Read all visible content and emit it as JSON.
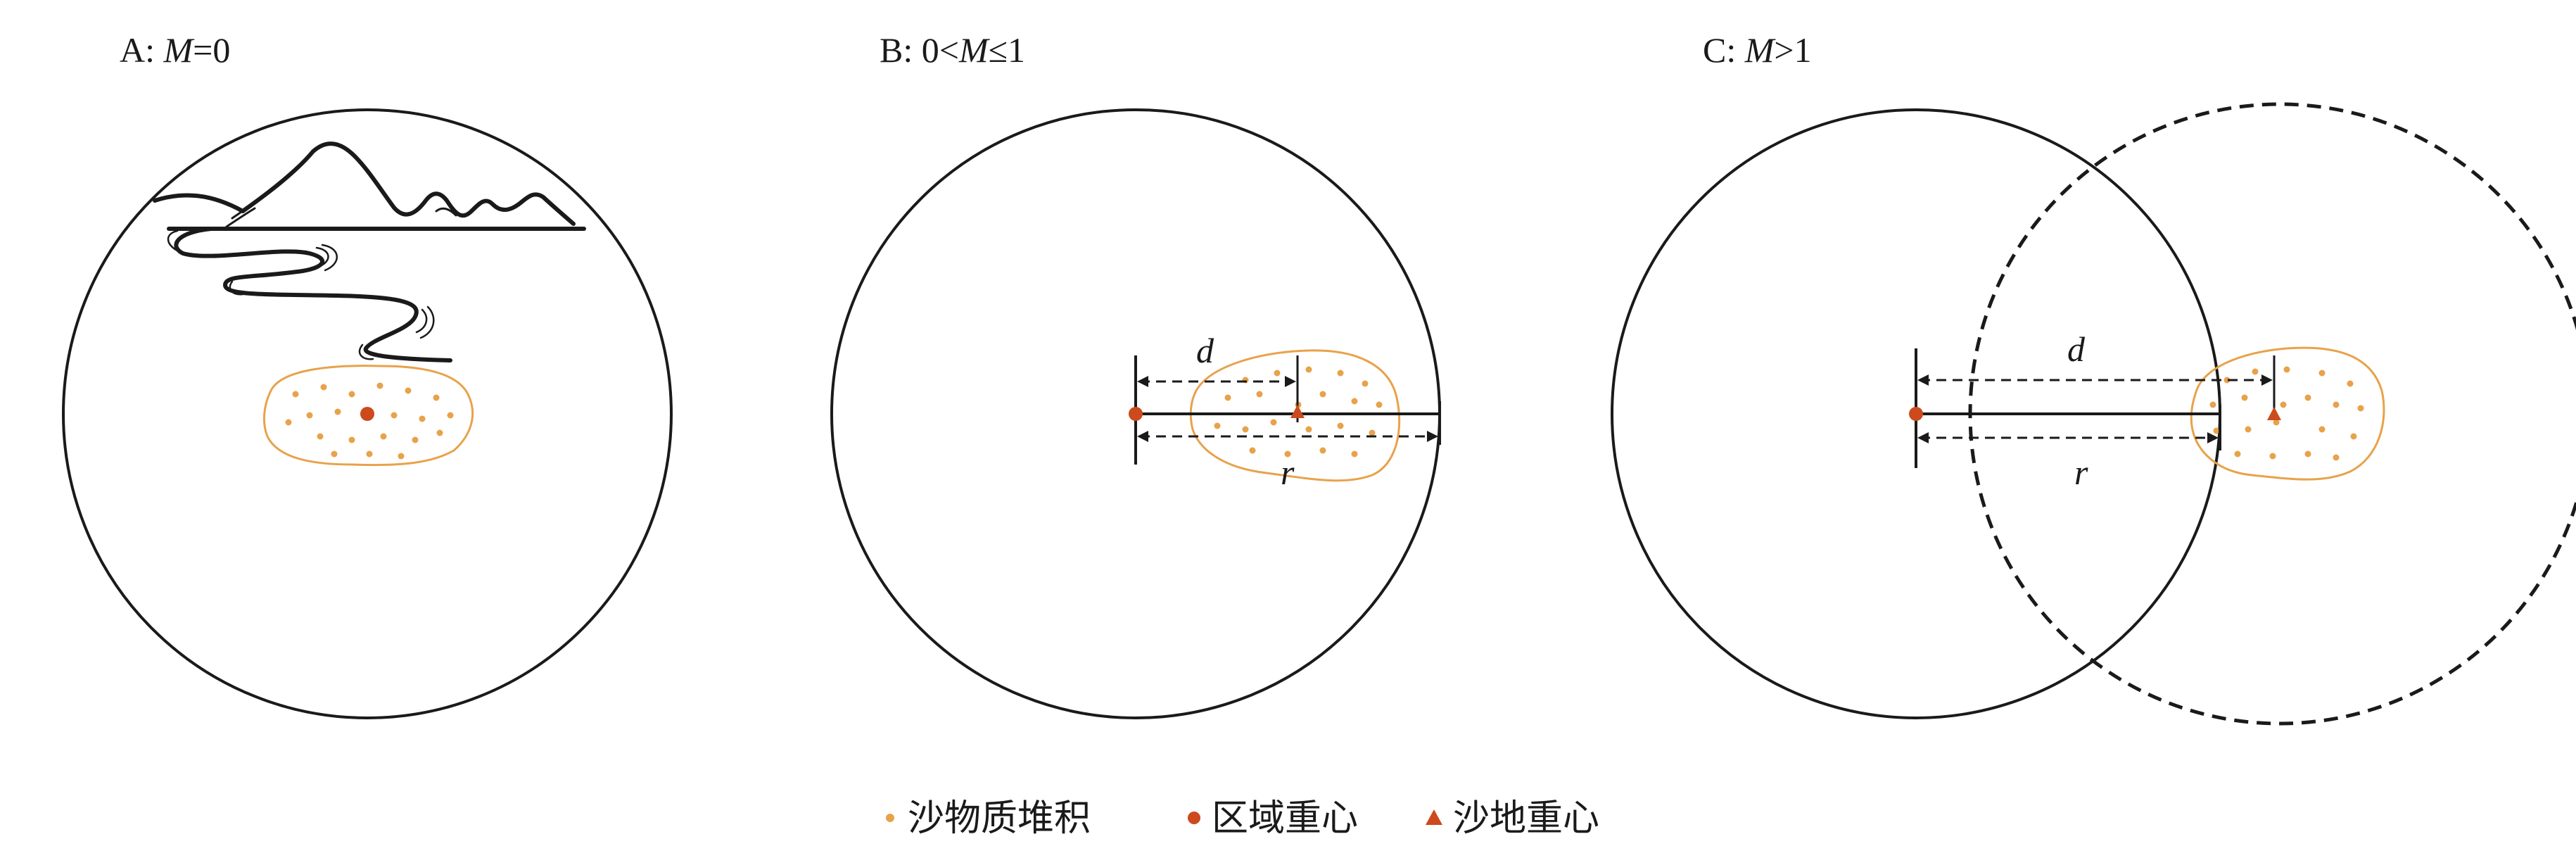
{
  "panels": [
    {
      "id": "A",
      "label_prefix": "A: ",
      "label_var": "M",
      "label_suffix": "=0"
    },
    {
      "id": "B",
      "label_prefix": "B: 0<",
      "label_var": "M",
      "label_suffix": "≤1",
      "d_label": "d",
      "r_label": "r"
    },
    {
      "id": "C",
      "label_prefix": "C: ",
      "label_var": "M",
      "label_suffix": ">1",
      "d_label": "d",
      "r_label": "r"
    }
  ],
  "legend": [
    {
      "symbol": "small-dot",
      "label": "沙物质堆积"
    },
    {
      "symbol": "large-dot",
      "label": "区域重心"
    },
    {
      "symbol": "triangle",
      "label": "沙地重心"
    }
  ],
  "colors": {
    "sand": "#e8a24a",
    "centroid": "#cc4a1c",
    "outline": "#1a1a1a"
  }
}
